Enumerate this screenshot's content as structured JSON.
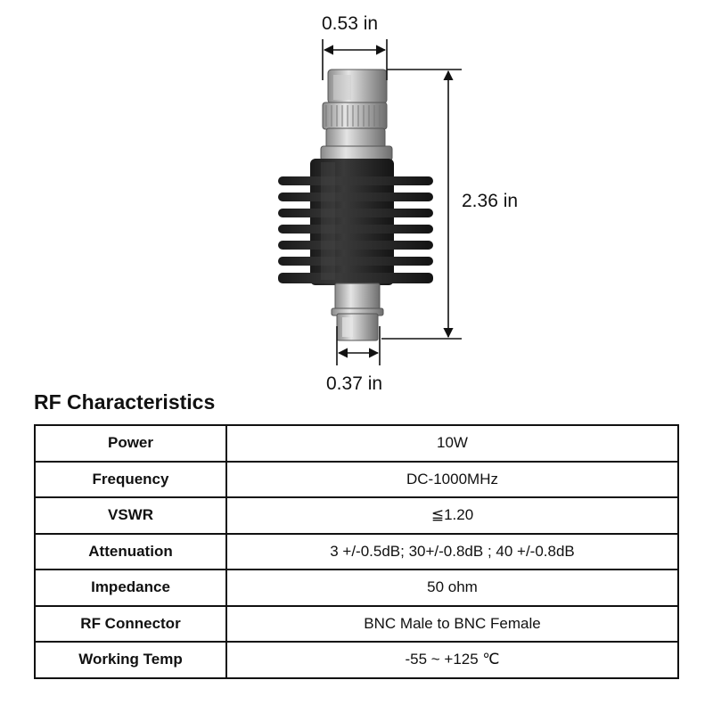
{
  "dimensions": {
    "top_width": "0.53 in",
    "overall_length": "2.36 in",
    "bottom_width": "0.37 in"
  },
  "section_title": "RF Characteristics",
  "specs": [
    {
      "param": "Power",
      "value": "10W"
    },
    {
      "param": "Frequency",
      "value": "DC-1000MHz"
    },
    {
      "param": "VSWR",
      "value": "≦1.20"
    },
    {
      "param": "Attenuation",
      "value": "3 +/-0.5dB; 30+/-0.8dB ; 40 +/-0.8dB"
    },
    {
      "param": "Impedance",
      "value": "50 ohm"
    },
    {
      "param": "RF Connector",
      "value": "BNC Male to BNC Female"
    },
    {
      "param": "Working Temp",
      "value": "-55 ~ +125 ℃"
    }
  ]
}
